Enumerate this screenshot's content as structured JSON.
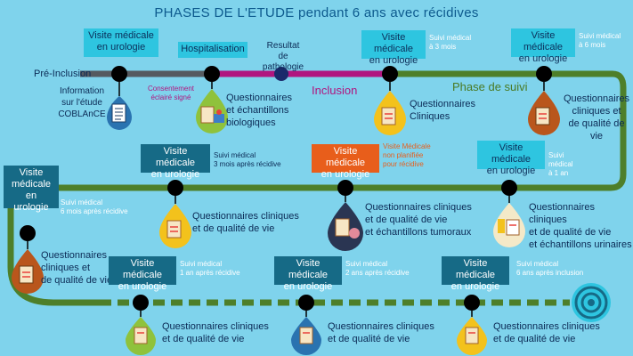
{
  "title": "PHASES DE L'ETUDE pendant 6 ans avec récidives",
  "pre_inclusion": "Pré-Inclusion",
  "info_study": [
    "Information",
    "sur l'étude",
    "COBLAnCE"
  ],
  "consent": [
    "Consentement",
    "éclairé signé"
  ],
  "resultat": [
    "Resultat",
    "de pathologie"
  ],
  "inclusion_label": "Inclusion",
  "phase_suivi": "Phase de suivi",
  "hospitalisation": "Hospitalisation",
  "visite": [
    "Visite médicale",
    "en urologie"
  ],
  "suivi_3mois": [
    "Suivi médical",
    "à 3 mois"
  ],
  "suivi_6mois": [
    "Suivi médical",
    "à 6 mois"
  ],
  "suivi_1an": [
    "Suivi",
    "médical",
    "à 1 an"
  ],
  "suivi_3mois_rec": [
    "Suivi médical",
    "3 mois après récidive"
  ],
  "visite_non_planifiee": [
    "Visite Médicale",
    "non planifiée",
    "pour récidive"
  ],
  "suivi_6mois_rec": [
    "Suivi médical",
    "6 mois après récidive"
  ],
  "suivi_1an_rec": [
    "Suivi médical",
    "1 an après récidive"
  ],
  "suivi_2ans_rec": [
    "Suivi médical",
    "2 ans après récidive"
  ],
  "suivi_6ans": [
    "Suivi médical",
    "6 ans après inclusion"
  ],
  "q_ech_bio": [
    "Questionnaires",
    "et  échantillons",
    "biologiques"
  ],
  "q_cliniques": [
    "Questionnaires",
    "Cliniques"
  ],
  "q_cli_vie_1": [
    "Questionnaires",
    "cliniques et",
    "de qualité de vie"
  ],
  "q_cli_vie_2": [
    "Questionnaires cliniques",
    "et de qualité de vie"
  ],
  "q_cli_vie_tum": [
    "Questionnaires cliniques",
    "et de qualité de vie",
    "et  échantillons tumoraux"
  ],
  "q_cli_vie_uri": [
    "Questionnaires cliniques",
    "et de qualité de vie",
    "et échantillons urinaires"
  ],
  "colors": {
    "bg": "#7fd3ec",
    "magenta": "#b0167f",
    "green": "#4e7f2a",
    "grey": "#555a60",
    "teal": "#166a86",
    "cyan": "#2ec5e0",
    "orange": "#e85e1b"
  }
}
